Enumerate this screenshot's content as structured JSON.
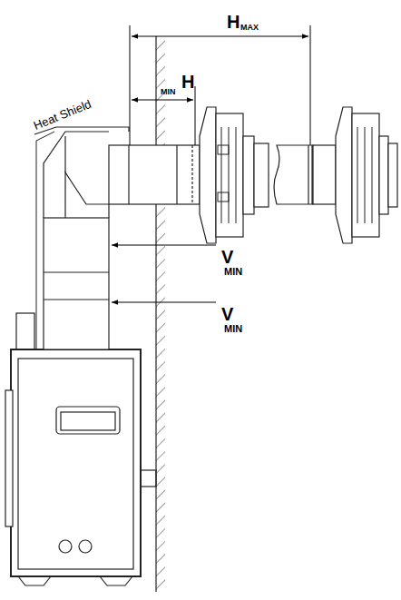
{
  "diagram": {
    "labels": [
      "H",
      "MAX",
      "MIN",
      "H",
      "Heat Shield",
      "V",
      "MIN",
      "V",
      "MIN"
    ]
  }
}
